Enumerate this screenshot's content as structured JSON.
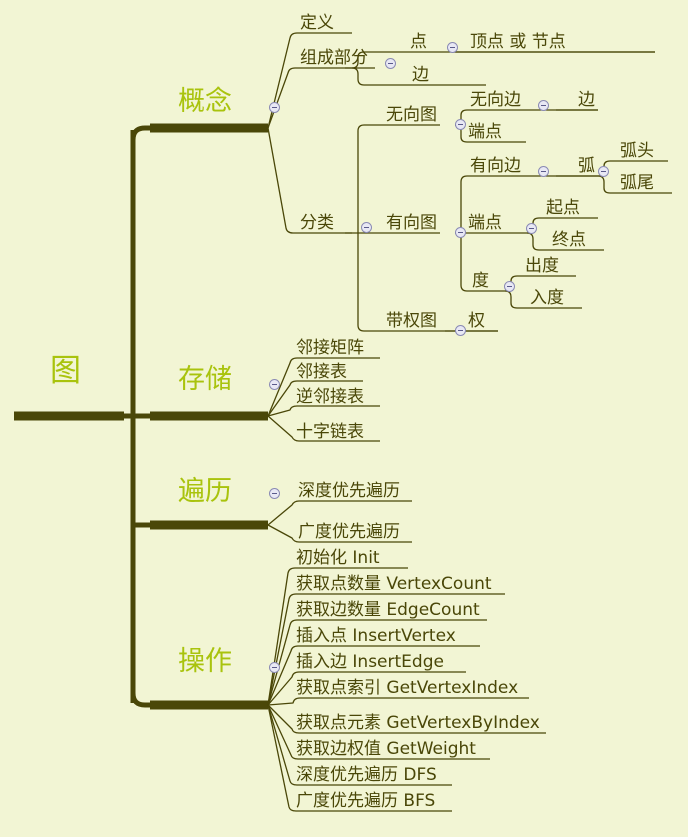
{
  "document": {
    "title": "图 — 数据结构思维导图",
    "background_color": "#f2f5d4",
    "line_color": "#4a4708",
    "branch_label_color": "#a9c30d",
    "leaf_label_color": "#4a4708",
    "collapse_icon_fill": "#e8e8f4",
    "collapse_icon_border": "#8a8ab4"
  },
  "root": {
    "label": "图",
    "icon": "minus-circle-icon"
  },
  "branches": [
    {
      "label": "概念",
      "children": [
        {
          "label": "定义",
          "children": []
        },
        {
          "label": "组成部分",
          "children": [
            {
              "label": "点",
              "children": [
                {
                  "label": "顶点 或 节点",
                  "children": []
                }
              ]
            },
            {
              "label": "边",
              "children": []
            }
          ]
        },
        {
          "label": "分类",
          "children": [
            {
              "label": "无向图",
              "children": [
                {
                  "label": "无向边",
                  "children": [
                    {
                      "label": "边",
                      "children": []
                    }
                  ]
                },
                {
                  "label": "端点",
                  "children": []
                }
              ]
            },
            {
              "label": "有向图",
              "children": [
                {
                  "label": "有向边",
                  "children": [
                    {
                      "label": "弧",
                      "children": [
                        {
                          "label": "弧头",
                          "children": []
                        },
                        {
                          "label": "弧尾",
                          "children": []
                        }
                      ]
                    }
                  ]
                },
                {
                  "label": "端点",
                  "children": [
                    {
                      "label": "起点",
                      "children": []
                    },
                    {
                      "label": "终点",
                      "children": []
                    }
                  ]
                },
                {
                  "label": "度",
                  "children": [
                    {
                      "label": "出度",
                      "children": []
                    },
                    {
                      "label": "入度",
                      "children": []
                    }
                  ]
                }
              ]
            },
            {
              "label": "带权图",
              "children": [
                {
                  "label": "权",
                  "children": []
                }
              ]
            }
          ]
        }
      ]
    },
    {
      "label": "存储",
      "children": [
        {
          "label": "邻接矩阵",
          "children": []
        },
        {
          "label": "邻接表",
          "children": []
        },
        {
          "label": "逆邻接表",
          "children": []
        },
        {
          "label": "十字链表",
          "children": []
        }
      ]
    },
    {
      "label": "遍历",
      "children": [
        {
          "label": "深度优先遍历",
          "children": []
        },
        {
          "label": "广度优先遍历",
          "children": []
        }
      ]
    },
    {
      "label": "操作",
      "children": [
        {
          "label": "初始化 Init",
          "children": []
        },
        {
          "label": "获取点数量 VertexCount",
          "children": []
        },
        {
          "label": "获取边数量 EdgeCount",
          "children": []
        },
        {
          "label": "插入点 InsertVertex",
          "children": []
        },
        {
          "label": "插入边 InsertEdge",
          "children": []
        },
        {
          "label": "获取点索引 GetVertexIndex",
          "children": []
        },
        {
          "label": "获取点元素 GetVertexByIndex",
          "children": []
        },
        {
          "label": "获取边权值 GetWeight",
          "children": []
        },
        {
          "label": "深度优先遍历 DFS",
          "children": []
        },
        {
          "label": "广度优先遍历 BFS",
          "children": []
        }
      ]
    }
  ],
  "labels": {
    "root": "图",
    "b0": "概念",
    "b0c0": "定义",
    "b0c1": "组成部分",
    "b0c1g0": "点",
    "b0c1g0h0": "顶点 或 节点",
    "b0c1g1": "边",
    "b0c2": "分类",
    "b0c2g0": "无向图",
    "b0c2g0h0": "无向边",
    "b0c2g0h0i0": "边",
    "b0c2g0h1": "端点",
    "b0c2g1": "有向图",
    "b0c2g1h0": "有向边",
    "b0c2g1h0i0": "弧",
    "b0c2g1h0i0j0": "弧头",
    "b0c2g1h0i0j1": "弧尾",
    "b0c2g1h1": "端点",
    "b0c2g1h1i0": "起点",
    "b0c2g1h1i1": "终点",
    "b0c2g1h2": "度",
    "b0c2g1h2i0": "出度",
    "b0c2g1h2i1": "入度",
    "b0c2g2": "带权图",
    "b0c2g2h0": "权",
    "b1": "存储",
    "b1c0": "邻接矩阵",
    "b1c1": "邻接表",
    "b1c2": "逆邻接表",
    "b1c3": "十字链表",
    "b2": "遍历",
    "b2c0": "深度优先遍历",
    "b2c1": "广度优先遍历",
    "b3": "操作",
    "b3c0": "初始化 Init",
    "b3c1": "获取点数量 VertexCount",
    "b3c2": "获取边数量 EdgeCount",
    "b3c3": "插入点 InsertVertex",
    "b3c4": "插入边 InsertEdge",
    "b3c5": "获取点索引 GetVertexIndex",
    "b3c6": "获取点元素 GetVertexByIndex",
    "b3c7": "获取边权值 GetWeight",
    "b3c8": "深度优先遍历 DFS",
    "b3c9": "广度优先遍历 BFS"
  }
}
